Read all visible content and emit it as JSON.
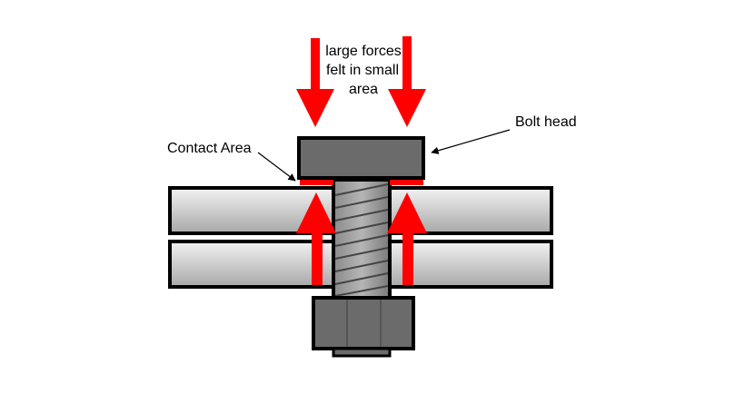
{
  "labels": {
    "forces_line1": "large forces",
    "forces_line2": "felt in small",
    "forces_line3": "area",
    "bolt_head": "Bolt head",
    "contact_area": "Contact Area"
  },
  "colors": {
    "force_arrow": "#ff0000",
    "contact_strip": "#ff0000",
    "bolt_metal": "#6b6b6b",
    "outline": "#000000",
    "plate_light": "#f2f2f2",
    "plate_dark": "#a8a8a8"
  }
}
